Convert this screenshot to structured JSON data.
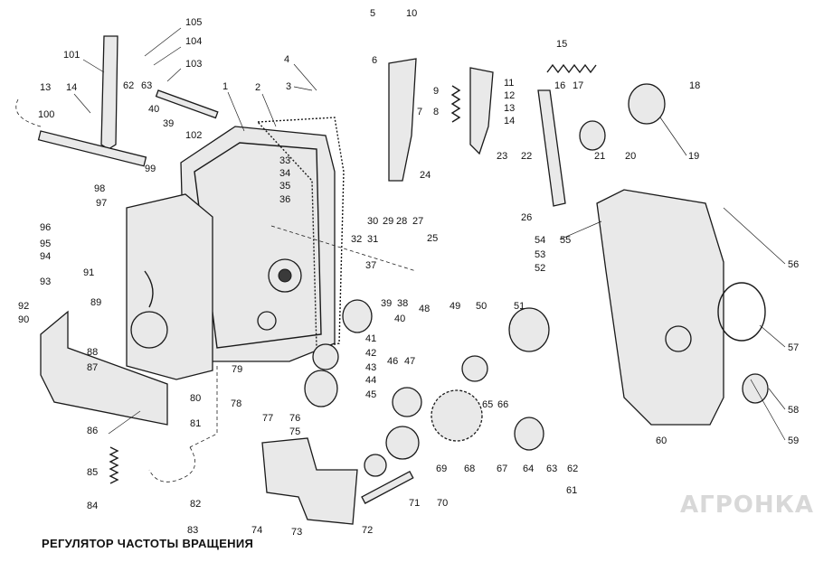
{
  "caption": "РЕГУЛЯТОР ЧАСТОТЫ ВРАЩЕНИЯ",
  "watermark": "АГРОНКА",
  "labels": [
    "105",
    "104",
    "103",
    "101",
    "13",
    "14",
    "62",
    "63",
    "100",
    "40",
    "39",
    "102",
    "99",
    "98",
    "97",
    "96",
    "95",
    "94",
    "93",
    "92",
    "90",
    "91",
    "89",
    "88",
    "87",
    "86",
    "85",
    "84",
    "83",
    "82",
    "81",
    "80",
    "79",
    "78",
    "77",
    "76",
    "75",
    "74",
    "73",
    "72",
    "71",
    "70",
    "69",
    "68",
    "67",
    "66",
    "65",
    "64",
    "63",
    "62",
    "61",
    "60",
    "59",
    "58",
    "57",
    "56",
    "55",
    "54",
    "53",
    "52",
    "51",
    "50",
    "49",
    "48",
    "47",
    "46",
    "45",
    "44",
    "43",
    "42",
    "41",
    "40",
    "39",
    "38",
    "37",
    "36",
    "35",
    "34",
    "33",
    "32",
    "31",
    "30",
    "29",
    "28",
    "27",
    "26",
    "25",
    "24",
    "23",
    "22",
    "21",
    "20",
    "19",
    "18",
    "17",
    "16",
    "15",
    "14",
    "13",
    "12",
    "11",
    "10",
    "9",
    "8",
    "7",
    "6",
    "5",
    "4",
    "3",
    "2",
    "1"
  ]
}
